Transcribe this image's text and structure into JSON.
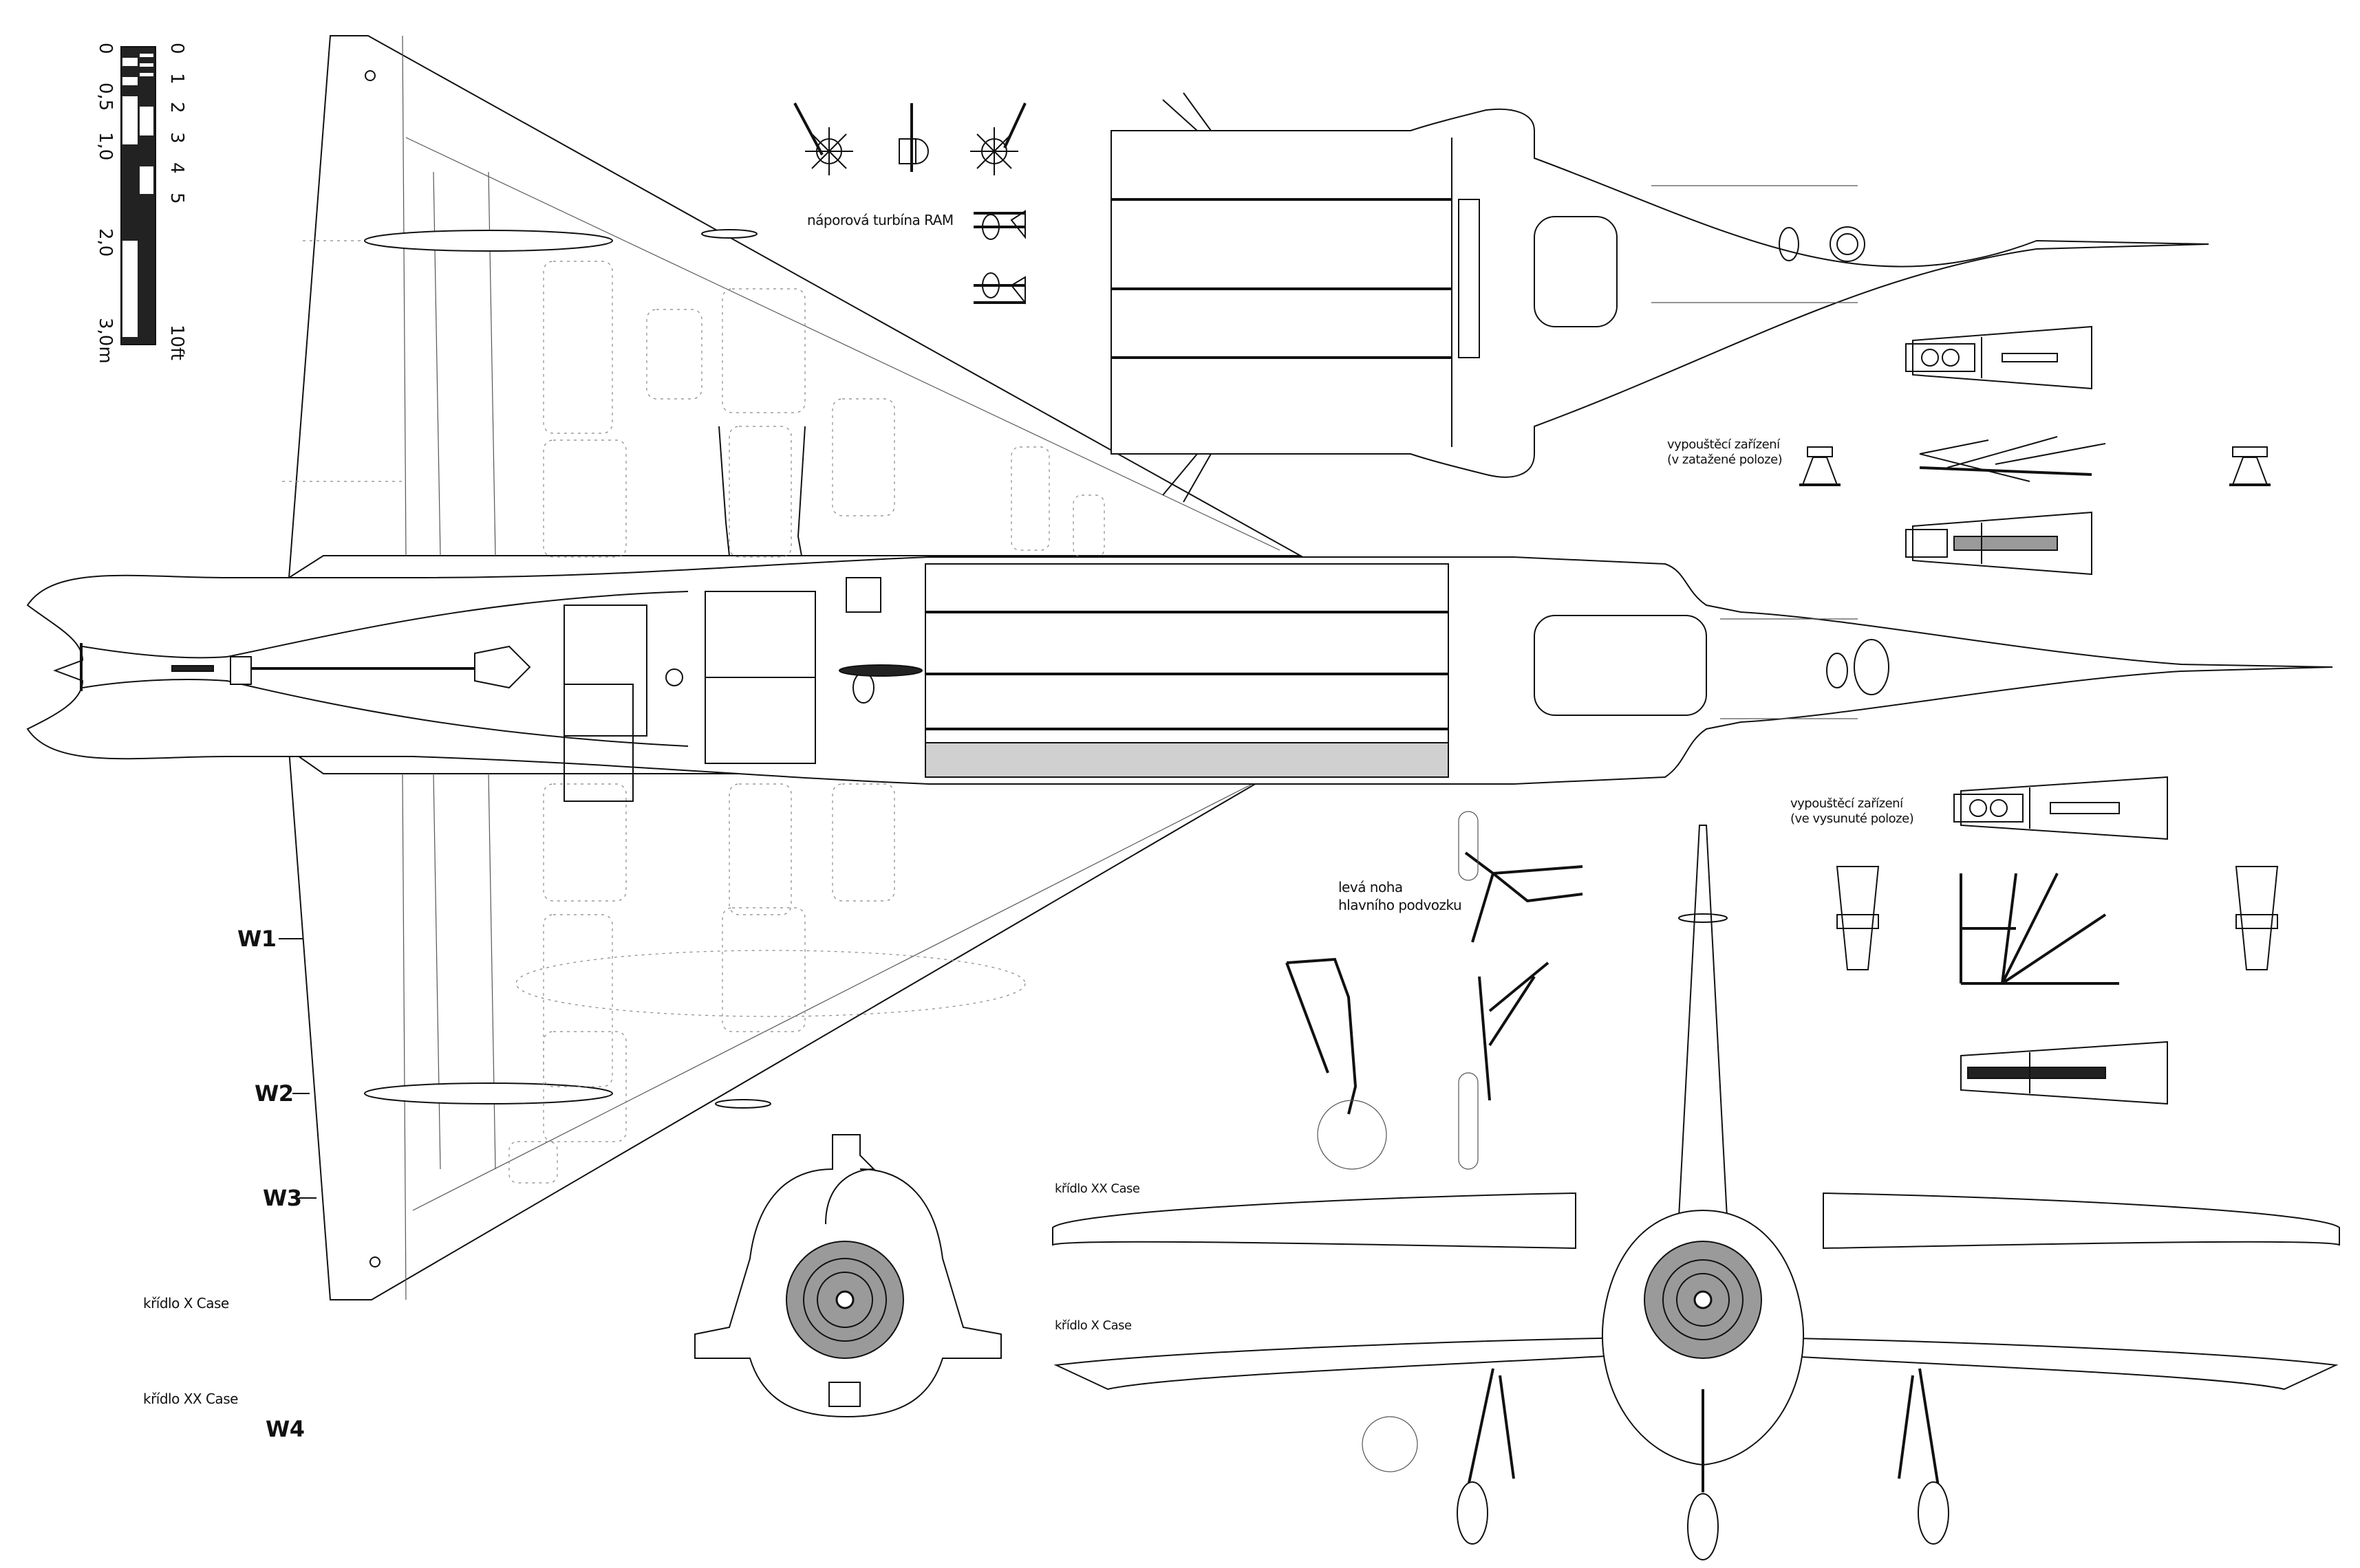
{
  "drawing": {
    "subject": "delta-wing jet fighter, technical blueprint (plan view, front view, details)"
  },
  "scale_bar": {
    "metric_ticks": [
      "0",
      "0,5",
      "1,0",
      "2,0",
      "3,0m"
    ],
    "imperial_ticks": [
      "0",
      "1",
      "2",
      "3",
      "4",
      "5",
      "10ft"
    ]
  },
  "wing_stations": [
    "W1",
    "W2",
    "W3",
    "W4"
  ],
  "labels": {
    "ram_turbine": "náporová turbína RAM",
    "release_loaded_line1": "vypouštěcí zařízení",
    "release_loaded_line2": "(v zatažené poloze)",
    "release_extended_line1": "vypouštěcí zařízení",
    "release_extended_line2": "(ve vysunuté poloze)",
    "left_main_gear_line1": "levá noha",
    "left_main_gear_line2": "hlavního podvozku",
    "wing_xx_case_front": "křídlo XX Case",
    "wing_x_case_front": "křídlo X Case",
    "wing_x_case_plan": "křídlo X Case",
    "wing_xx_case_plan": "křídlo XX Case"
  }
}
